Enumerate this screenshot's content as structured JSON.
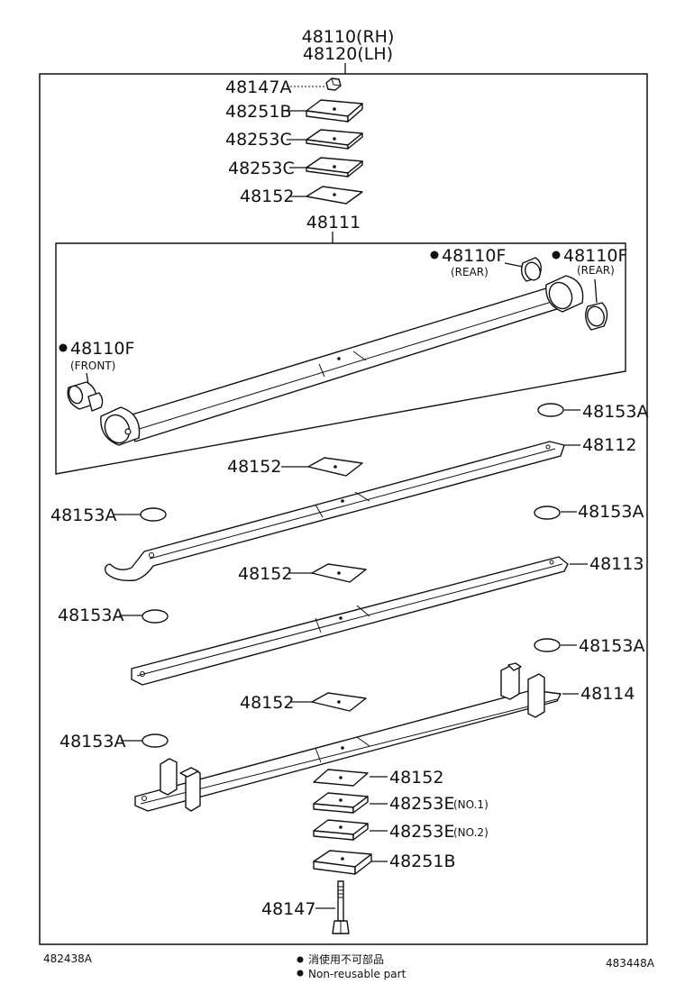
{
  "assembly": {
    "rh": "48110(RH)",
    "lh": "48120(LH)"
  },
  "labels": {
    "p48147a": "48147A",
    "p48251b_top": "48251B",
    "p48253c_1": "48253C",
    "p48253c_2": "48253C",
    "p48152_top": "48152",
    "p48111": "48111",
    "p48110f_rear1": "48110F",
    "rear1": "(REAR)",
    "p48110f_rear2": "48110F",
    "rear2": "(REAR)",
    "p48110f_front": "48110F",
    "front": "(FRONT)",
    "p48153a_1": "48153A",
    "p48112": "48112",
    "p48152_2": "48152",
    "p48153a_2": "48153A",
    "p48153a_3": "48153A",
    "p48152_3": "48152",
    "p48113": "48113",
    "p48153a_4": "48153A",
    "p48153a_5": "48153A",
    "p48152_4": "48152",
    "p48114": "48114",
    "p48153a_6": "48153A",
    "p48152_5": "48152",
    "p48253e_1": "48253E",
    "no1": "(NO.1)",
    "p48253e_2": "48253E",
    "no2": "(NO.2)",
    "p48251b_bot": "48251B",
    "p48147": "48147"
  },
  "footer": {
    "left_code": "482438A",
    "right_code": "483448A",
    "note_cn": "消使用不可部品",
    "note_en": "Non-reusable part"
  }
}
